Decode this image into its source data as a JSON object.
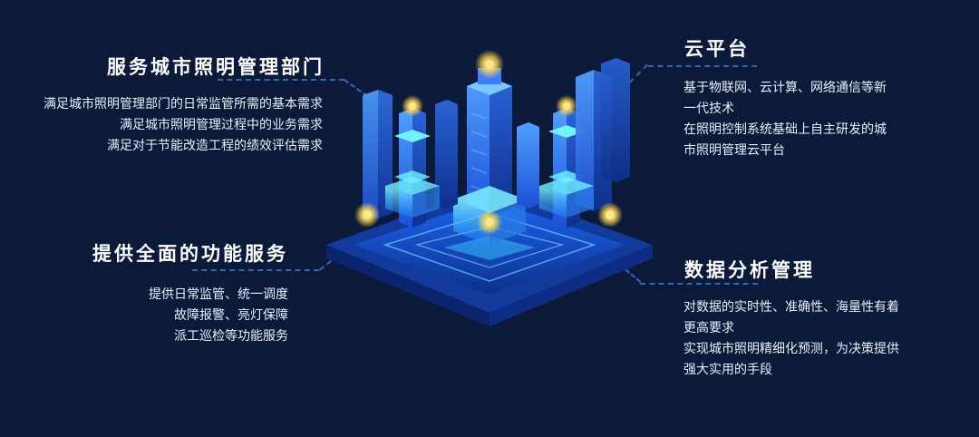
{
  "sections": {
    "top_left": {
      "title": "服务城市照明管理部门",
      "lines": [
        "满足城市照明管理部门的日常监管所需的基本需求",
        "满足城市照明管理过程中的业务需求",
        "满足对于节能改造工程的绩效评估需求"
      ]
    },
    "bottom_left": {
      "title": "提供全面的功能服务",
      "lines": [
        "提供日常监管、统一调度",
        "故障报警、亮灯保障",
        "派工巡检等功能服务"
      ]
    },
    "top_right": {
      "title": "云平台",
      "lines": [
        "基于物联网、云计算、网络通信等新",
        "一代技术",
        "在照明控制系统基础上自主研发的城",
        "市照明管理云平台"
      ]
    },
    "bottom_right": {
      "title": "数据分析管理",
      "lines": [
        "对数据的实时性、准确性、海量性有着",
        "更高要求",
        "实现城市照明精细化预测，为决策提供",
        "强大实用的手段"
      ]
    }
  },
  "colors": {
    "background": "#0c1a3a",
    "accent": "#2f7bff",
    "glow": "#ffd84d"
  },
  "illustration": "isometric-smart-city-platform"
}
